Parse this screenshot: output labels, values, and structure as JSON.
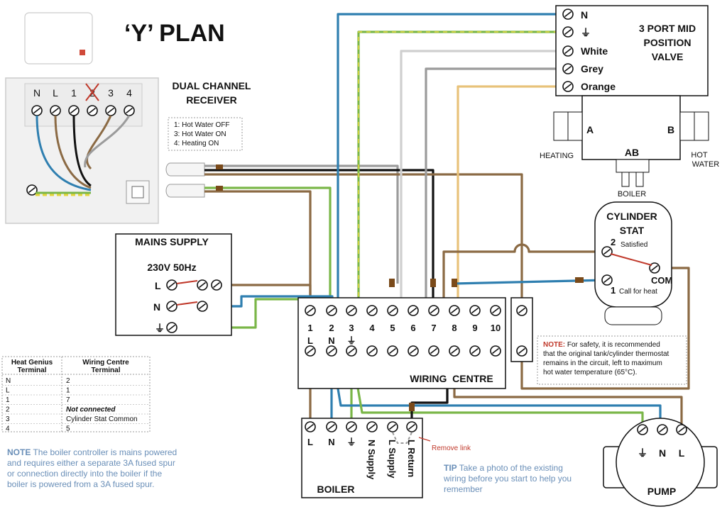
{
  "title": "‘Y’ PLAN",
  "receiver": {
    "title_line1": "DUAL CHANNEL",
    "title_line2": "RECEIVER",
    "terminals": [
      "N",
      "L",
      "1",
      "2",
      "3",
      "4"
    ],
    "legend": [
      "1: Hot Water OFF",
      "3: Hot Water ON",
      "4: Heating ON"
    ]
  },
  "valve": {
    "title_line1": "3 PORT MID",
    "title_line2": "POSITION",
    "title_line3": "VALVE",
    "wires": [
      "N",
      "⏚",
      "White",
      "Grey",
      "Orange"
    ],
    "port_a": "A",
    "port_b": "B",
    "port_ab": "AB",
    "heating": "HEATING",
    "hot_line1": "HOT",
    "hot_line2": "WATER",
    "boiler": "BOILER"
  },
  "cylinder": {
    "title_line1": "CYLINDER",
    "title_line2": "STAT",
    "t2": "2",
    "t2_label": "Satisfied",
    "t1": "1",
    "t1_label": "Call for heat",
    "com": "COM"
  },
  "mains": {
    "title": "MAINS SUPPLY",
    "voltage": "230V 50Hz",
    "labels": [
      "L",
      "N",
      "⏚"
    ]
  },
  "wiring_centre": {
    "title": "WIRING  CENTRE",
    "numbers": [
      "1",
      "2",
      "3",
      "4",
      "5",
      "6",
      "7",
      "8",
      "9",
      "10"
    ],
    "sub": [
      "L",
      "N",
      "⏚"
    ]
  },
  "safety_note": {
    "heading": "NOTE:",
    "lines": [
      " For safety, it is recommended",
      "that the original tank/cylinder thermostat",
      "remains in the circuit, left to maximum",
      "hot water temperature (65°C)."
    ]
  },
  "table": {
    "headers": [
      [
        "Heat Genius",
        "Terminal"
      ],
      [
        "Wiring Centre",
        "Terminal"
      ]
    ],
    "rows": [
      [
        "N",
        "2"
      ],
      [
        "L",
        "1"
      ],
      [
        "1",
        "7"
      ],
      [
        "2",
        "Not connected"
      ],
      [
        "3",
        "Cylinder Stat Common"
      ],
      [
        "4",
        "5"
      ]
    ]
  },
  "boiler": {
    "title": "BOILER",
    "labels": [
      "L",
      "N",
      "⏚"
    ],
    "vertical": [
      "N Supply",
      "L Supply",
      "L Return"
    ],
    "remove_link": "Remove link"
  },
  "pump": {
    "title": "PUMP",
    "labels": [
      "⏚",
      "N",
      "L"
    ]
  },
  "note": {
    "heading": "NOTE",
    "lines": [
      " The boiler controller is mains powered",
      "and requires either a separate 3A fused spur",
      "or connection directly into the boiler if the",
      "boiler is powered from a 3A fused spur."
    ]
  },
  "tip": {
    "heading": "TIP",
    "lines": [
      " Take a photo of the existing",
      "wiring before you start to help you",
      "remember"
    ]
  },
  "colors": {
    "blue": "#2f7fb0",
    "brown": "#8b6a44",
    "earth_green": "#7ab648",
    "earth_yellow": "#e4d53c",
    "grey": "#9b9b9b",
    "black": "#111111",
    "orange": "#e8c27a",
    "red": "#c0392b",
    "note_blue": "#6a8fb8"
  }
}
